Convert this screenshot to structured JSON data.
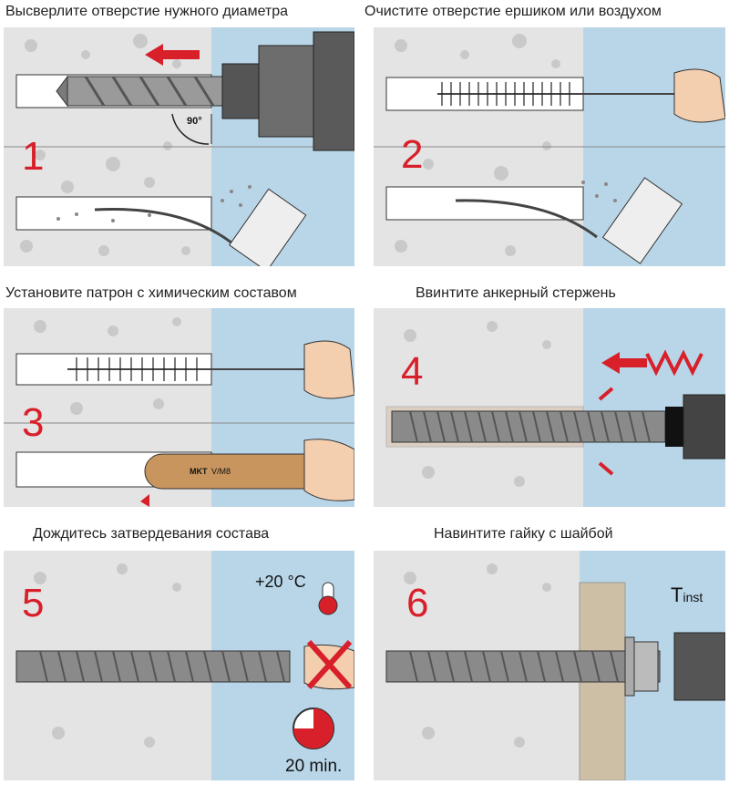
{
  "steps": [
    {
      "number": "1",
      "caption": "Высверлите отверстие нужного диаметра",
      "angle_label": "90°"
    },
    {
      "number": "2",
      "caption": "Очистите отверстие ершиком или воздухом"
    },
    {
      "number": "3",
      "caption": "Установите патрон с химическим составом",
      "cartridge_label": "MKT",
      "cartridge_sublabel": "V/M8"
    },
    {
      "number": "4",
      "caption": "Ввинтите анкерный стержень"
    },
    {
      "number": "5",
      "caption": "Дождитесь затвердевания состава",
      "temperature": "+20 °C",
      "time": "20 min."
    },
    {
      "number": "6",
      "caption": "Навинтите гайку с шайбой",
      "torque_label": "T",
      "torque_sub": "inst"
    }
  ],
  "colors": {
    "accent": "#d8202a",
    "concrete": "#e4e4e4",
    "air": "#b9d6e8",
    "steel": "#8a8a8a",
    "cartridge": "#c8955f"
  }
}
